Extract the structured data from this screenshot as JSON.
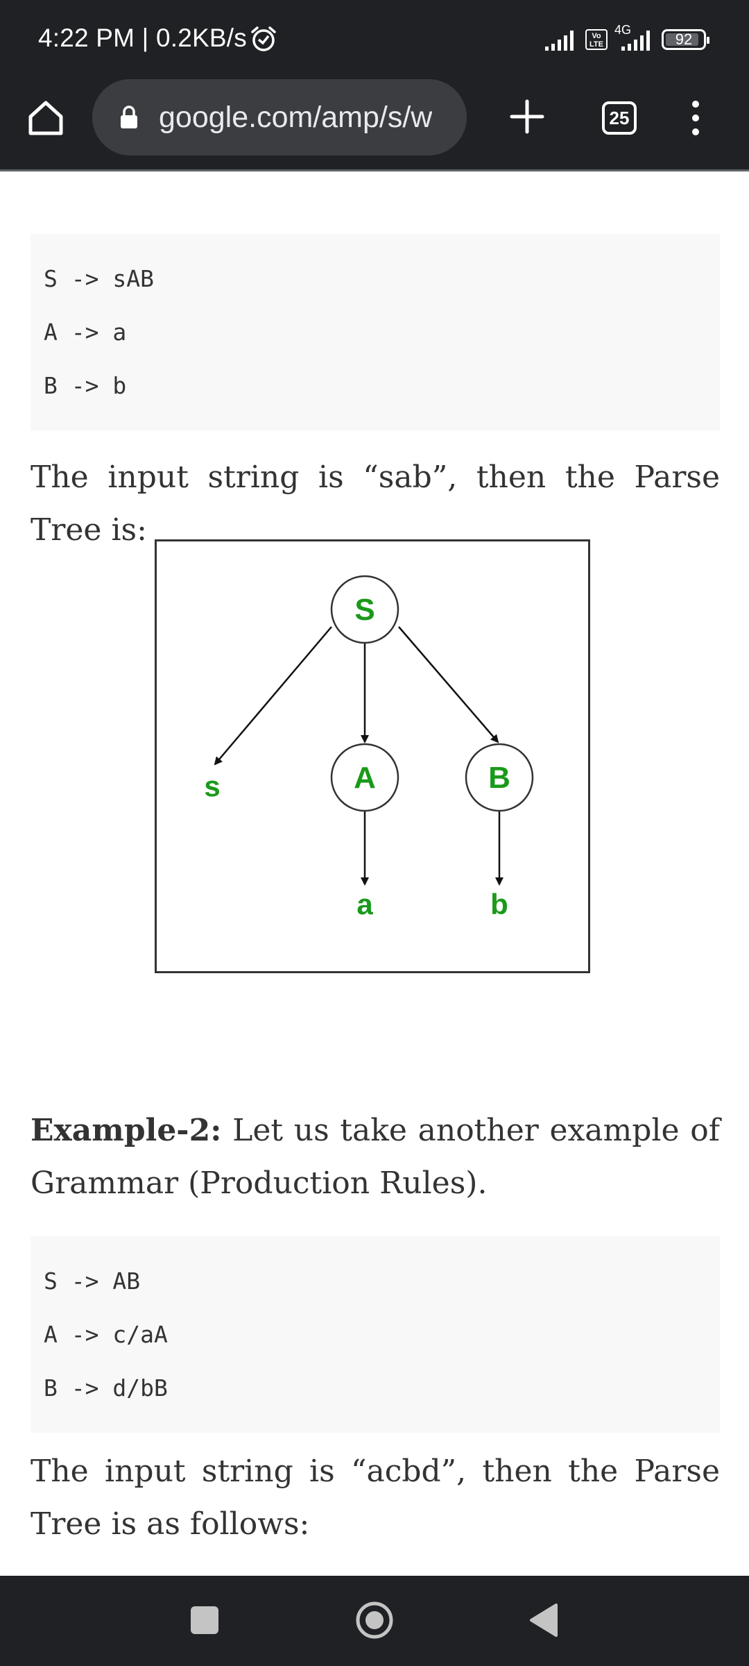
{
  "status_bar": {
    "time": "4:22 PM | 0.2KB/s",
    "volte": "Vo LTE",
    "network": "4G",
    "battery": "92",
    "battery_level": 0.92
  },
  "toolbar": {
    "url": "google.com/amp/s/w",
    "tab_count": "25"
  },
  "content": {
    "grammar1": [
      "S -> sAB",
      "A -> a",
      "B -> b"
    ],
    "paragraph1": "The input string is “sab”, then the Parse Tree is:",
    "tree1": {
      "nodes": [
        {
          "id": "root",
          "label": "S",
          "circled": true
        },
        {
          "id": "leaf-s",
          "label": "s",
          "circled": false
        },
        {
          "id": "node-a",
          "label": "A",
          "circled": true
        },
        {
          "id": "node-b",
          "label": "B",
          "circled": true
        },
        {
          "id": "leaf-a",
          "label": "a",
          "circled": false
        },
        {
          "id": "leaf-b",
          "label": "b",
          "circled": false
        }
      ],
      "edges": [
        [
          "root",
          "leaf-s"
        ],
        [
          "root",
          "node-a"
        ],
        [
          "root",
          "node-b"
        ],
        [
          "node-a",
          "leaf-a"
        ],
        [
          "node-b",
          "leaf-b"
        ]
      ]
    },
    "example2_heading": "Example-2:",
    "example2_text": " Let us take another example of Grammar (Production Rules).",
    "grammar2": [
      "S -> AB",
      "A -> c/aA",
      "B -> d/bB"
    ],
    "paragraph2": "The input string is “acbd”, then the Parse Tree is as follows:"
  },
  "colors": {
    "chrome": "#202124",
    "url_bar": "#3c3d41",
    "code_bg": "#f8f8f8",
    "tree_label": "#1a9a1a"
  }
}
